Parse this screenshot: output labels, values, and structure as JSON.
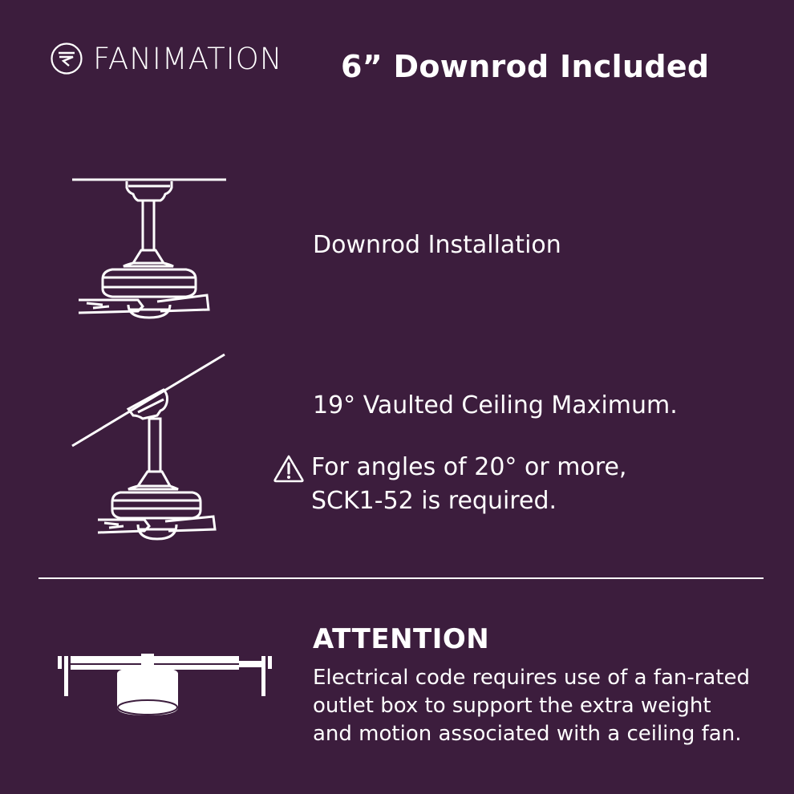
{
  "brand": {
    "name": "FANIMATION",
    "logo_icon": "fanimation-circle-logo-icon"
  },
  "header": {
    "title": "6” Downrod Included"
  },
  "sections": [
    {
      "id": "downrod",
      "icon": "downrod-fan-icon",
      "label": "Downrod Installation"
    },
    {
      "id": "vaulted",
      "icon": "vaulted-ceiling-fan-icon",
      "label": "19° Vaulted Ceiling Maximum.",
      "warning": {
        "icon": "warning-triangle-icon",
        "line1": "For angles of 20° or more,",
        "line2": "SCK1-52 is required."
      }
    }
  ],
  "attention": {
    "icon": "outlet-box-icon",
    "title": "ATTENTION",
    "lines": [
      "Electrical code requires use of a fan-rated",
      "outlet box to support the extra weight",
      "and motion associated with a ceiling fan."
    ]
  },
  "colors": {
    "background": "#3c1d3d",
    "foreground": "#ffffff"
  }
}
